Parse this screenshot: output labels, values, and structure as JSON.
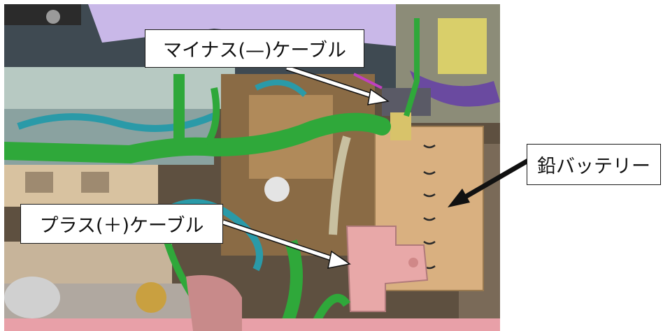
{
  "labels": {
    "minus_cable": "マイナス(—)ケーブル",
    "plus_cable": "プラス(＋)ケーブル",
    "battery": "鉛バッテリー"
  },
  "colors": {
    "harness_green": "#2fa83a",
    "battery_tan": "#d9b080",
    "terminal_pink": "#e8a8a8",
    "hose_teal": "#2a9aa8",
    "frame_purple": "#c9b8e8",
    "arrow_white": "#ffffff",
    "arrow_black": "#111111"
  }
}
